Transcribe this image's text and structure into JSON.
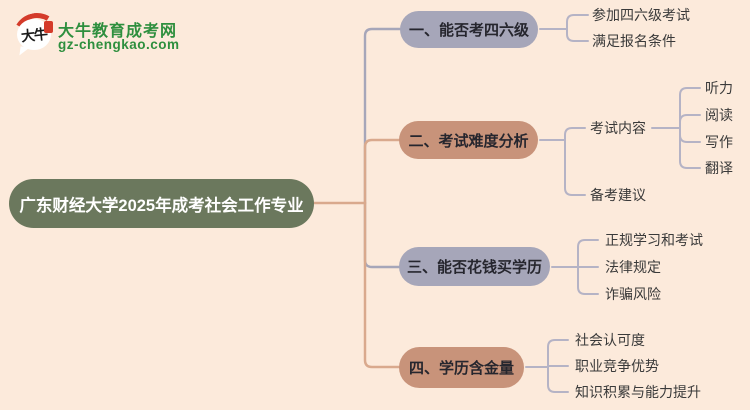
{
  "logo": {
    "bubble_text": "大牛",
    "site_name": "大牛教育成考网",
    "site_domain": "gz-chengkao.com"
  },
  "root": {
    "label": "广东财经大学2025年成考社会工作专业"
  },
  "branches": [
    {
      "label": "一、能否考四六级",
      "theme": "gray",
      "children": [
        {
          "label": "参加四六级考试"
        },
        {
          "label": "满足报名条件"
        }
      ]
    },
    {
      "label": "二、考试难度分析",
      "theme": "salmon",
      "children": [
        {
          "label": "考试内容",
          "sub": [
            {
              "label": "听力"
            },
            {
              "label": "阅读"
            },
            {
              "label": "写作"
            },
            {
              "label": "翻译"
            }
          ]
        },
        {
          "label": "备考建议"
        }
      ]
    },
    {
      "label": "三、能否花钱买学历",
      "theme": "gray",
      "children": [
        {
          "label": "正规学习和考试"
        },
        {
          "label": "法律规定"
        },
        {
          "label": "诈骗风险"
        }
      ]
    },
    {
      "label": "四、学历含金量",
      "theme": "salmon",
      "children": [
        {
          "label": "社会认可度"
        },
        {
          "label": "职业竞争优势"
        },
        {
          "label": "知识积累与能力提升"
        }
      ]
    }
  ],
  "colors": {
    "background": "#fceadb",
    "root_node_fill": "#6b785d",
    "branch_gray_fill": "#a6a6b9",
    "branch_salmon_fill": "#c8937a",
    "connector_salmon": "#d9a98d",
    "connector_gray": "#a6a6b9",
    "bracket_gray": "#b5b3c5",
    "leaf_text": "#3a3a3a",
    "brand_green": "#2e8f3e",
    "logo_red": "#d43b2a"
  }
}
